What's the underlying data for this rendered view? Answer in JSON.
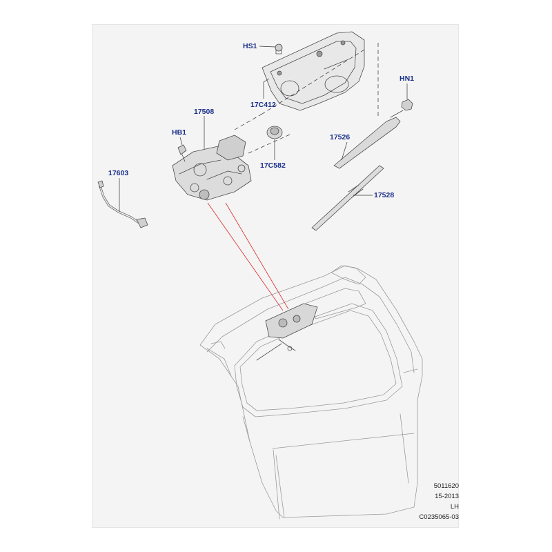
{
  "callouts": {
    "hs1": "HS1",
    "c17c412": "17C412",
    "hn1": "HN1",
    "p17508": "17508",
    "hb1": "HB1",
    "c17c582": "17C582",
    "p17526": "17526",
    "p17603": "17603",
    "p17528": "17528"
  },
  "reference": {
    "line1": "5011620",
    "line2": "15-2013",
    "line3": "LH",
    "line4": "C0235065-03"
  },
  "colors": {
    "callout_text": "#1a2f8a",
    "detail_link": "#e03a3a",
    "background_panel": "#f4f4f4"
  }
}
